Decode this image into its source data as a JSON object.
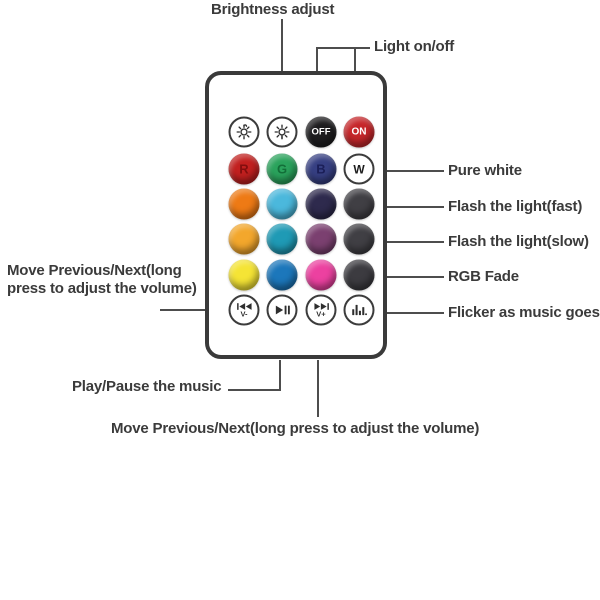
{
  "annotations": {
    "brightness": "Brightness adjust",
    "light": "Light on/off",
    "pure_white": "Pure white",
    "flash_fast": "Flash the light(fast)",
    "flash_slow": "Flash the light(slow)",
    "rgb_fade": "RGB Fade",
    "flicker": "Flicker as music goes",
    "move_left_line1": "Move Previous/Next(long",
    "move_left_line2": "press to adjust the volume)",
    "play_pause": "Play/Pause the music",
    "move_bottom": "Move Previous/Next(long press to adjust the volume)"
  },
  "colors": {
    "line": "#4d4d4d",
    "text": "#3b3b3b",
    "remote_border": "#3a3a3a"
  },
  "remote": {
    "buttons": [
      {
        "name": "brightness-down-button",
        "kind": "ring",
        "icon": "brightness-down-icon",
        "row": 0,
        "col": 0
      },
      {
        "name": "brightness-up-button",
        "kind": "ring",
        "icon": "brightness-up-icon",
        "row": 0,
        "col": 1
      },
      {
        "name": "off-button",
        "kind": "color",
        "color": "#1e1d1f",
        "text": "OFF",
        "text_color": "#ffffff",
        "text_size": 9.5,
        "row": 0,
        "col": 2
      },
      {
        "name": "on-button",
        "kind": "color",
        "color": "#c6262a",
        "text": "ON",
        "text_color": "#ffffff",
        "text_size": 10,
        "row": 0,
        "col": 3
      },
      {
        "name": "red-button",
        "kind": "color",
        "color": "#c2201f",
        "text": "R",
        "text_color": "rgba(80,0,0,0.55)",
        "text_size": 13,
        "row": 1,
        "col": 0
      },
      {
        "name": "green-button",
        "kind": "color",
        "color": "#2aa35c",
        "text": "G",
        "text_color": "rgba(0,70,30,0.55)",
        "text_size": 13,
        "row": 1,
        "col": 1
      },
      {
        "name": "blue-button",
        "kind": "color",
        "color": "#363f82",
        "text": "B",
        "text_color": "rgba(10,10,60,0.6)",
        "text_size": 13,
        "row": 1,
        "col": 2
      },
      {
        "name": "white-button",
        "kind": "ring",
        "text": "W",
        "text_color": "#1c1c1c",
        "text_size": 12,
        "row": 1,
        "col": 3
      },
      {
        "name": "orange-button",
        "kind": "color",
        "color": "#ee7a15",
        "row": 2,
        "col": 0
      },
      {
        "name": "sky-blue-button",
        "kind": "color",
        "color": "#4bb8dc",
        "row": 2,
        "col": 1
      },
      {
        "name": "dark-navy-button",
        "kind": "color",
        "color": "#2e2a4d",
        "row": 2,
        "col": 2
      },
      {
        "name": "flash-fast-button",
        "kind": "color",
        "color": "#403f44",
        "row": 2,
        "col": 3
      },
      {
        "name": "amber-button",
        "kind": "color",
        "color": "#f3a72c",
        "row": 3,
        "col": 0
      },
      {
        "name": "teal-button",
        "kind": "color",
        "color": "#1f9ab5",
        "row": 3,
        "col": 1
      },
      {
        "name": "plum-button",
        "kind": "color",
        "color": "#7b4070",
        "row": 3,
        "col": 2
      },
      {
        "name": "flash-slow-button",
        "kind": "color",
        "color": "#403f44",
        "row": 3,
        "col": 3
      },
      {
        "name": "yellow-button",
        "kind": "color",
        "color": "#f5e435",
        "row": 4,
        "col": 0
      },
      {
        "name": "blue-mid-button",
        "kind": "color",
        "color": "#1c77bb",
        "row": 4,
        "col": 1
      },
      {
        "name": "pink-button",
        "kind": "color",
        "color": "#ec41a0",
        "row": 4,
        "col": 2
      },
      {
        "name": "rgb-fade-button",
        "kind": "color",
        "color": "#3c3b40",
        "row": 4,
        "col": 3
      },
      {
        "name": "previous-button",
        "kind": "ring",
        "icon": "skip-back-icon",
        "text": "V-",
        "text_color": "#2e2e2e",
        "text_size": 7.5,
        "row": 5,
        "col": 0
      },
      {
        "name": "play-pause-button",
        "kind": "ring",
        "icon": "play-pause-icon",
        "row": 5,
        "col": 1
      },
      {
        "name": "next-button",
        "kind": "ring",
        "icon": "skip-forward-icon",
        "text": "V+",
        "text_color": "#2e2e2e",
        "text_size": 7.5,
        "row": 5,
        "col": 2
      },
      {
        "name": "music-flicker-button",
        "kind": "ring",
        "icon": "music-bars-icon",
        "row": 5,
        "col": 3
      }
    ]
  }
}
